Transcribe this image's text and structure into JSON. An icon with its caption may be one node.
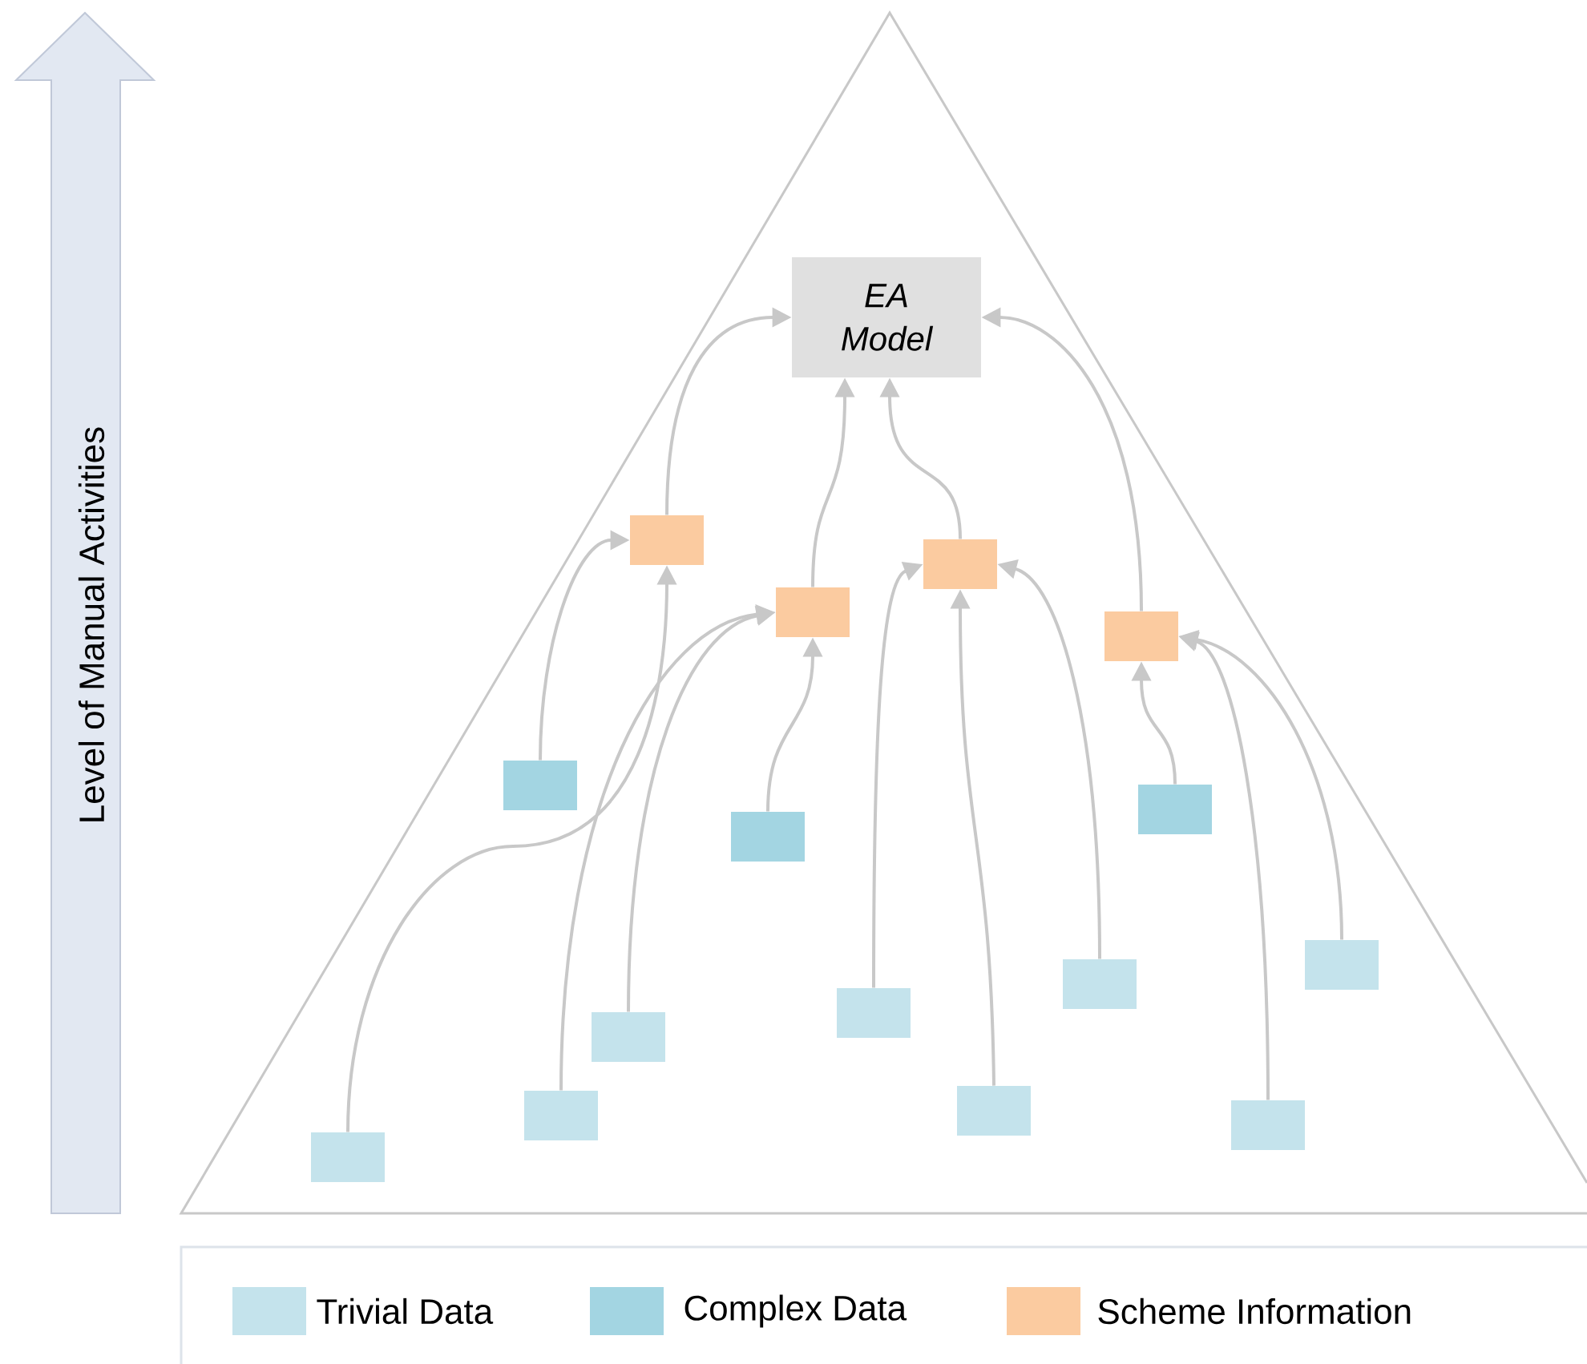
{
  "diagram": {
    "nodes": [
      {
        "text": [
          "EA Model"
        ]
      },
      {
        "text": [],
        "shape": "box"
      },
      {
        "text": [],
        "shape": "box"
      },
      {
        "text": [],
        "shape": "box"
      },
      {
        "text": [],
        "shape": "box"
      },
      {
        "text": [],
        "shape": "box"
      },
      {
        "text": [],
        "shape": "box"
      },
      {
        "text": [],
        "shape": "box"
      },
      {
        "text": [],
        "shape": "box"
      },
      {
        "text": [],
        "shape": "box"
      },
      {
        "text": [],
        "shape": "box"
      },
      {
        "text": [],
        "shape": "box"
      },
      {
        "text": [],
        "shape": "box"
      },
      {
        "text": [],
        "shape": "box"
      },
      {
        "text": [],
        "shape": "box"
      },
      {
        "text": [],
        "shape": "box"
      }
    ],
    "edges": [
      {
        "from": 5,
        "to": 1,
        "arrow": "to"
      },
      {
        "from": 15,
        "to": 1,
        "arrow": "to"
      },
      {
        "from": 7,
        "to": 3,
        "arrow": "to"
      },
      {
        "from": 13,
        "to": 3,
        "arrow": "to"
      },
      {
        "from": 11,
        "to": 3,
        "arrow": "to"
      },
      {
        "from": 10,
        "to": 2,
        "arrow": "to"
      },
      {
        "from": 12,
        "to": 2,
        "arrow": "to"
      },
      {
        "from": 9,
        "to": 2,
        "arrow": "to"
      },
      {
        "from": 6,
        "to": 4,
        "arrow": "to"
      },
      {
        "from": 14,
        "to": 4,
        "arrow": "to"
      },
      {
        "from": 8,
        "to": 4,
        "arrow": "to"
      },
      {
        "from": 1,
        "to": 0,
        "arrow": "to"
      },
      {
        "from": 3,
        "to": 0,
        "arrow": "to"
      },
      {
        "from": 2,
        "to": 0,
        "arrow": "to"
      },
      {
        "from": 4,
        "to": 0,
        "arrow": "to"
      }
    ],
    "labels": [
      "Level of Manual Activities"
    ],
    "legend": [
      {
        "text": "Trivial Data",
        "color": "#c4e3ec"
      },
      {
        "text": "Complex Data",
        "color": "#a3d5e2"
      },
      {
        "text": "Scheme Information",
        "color": "#fbcba0"
      }
    ]
  }
}
